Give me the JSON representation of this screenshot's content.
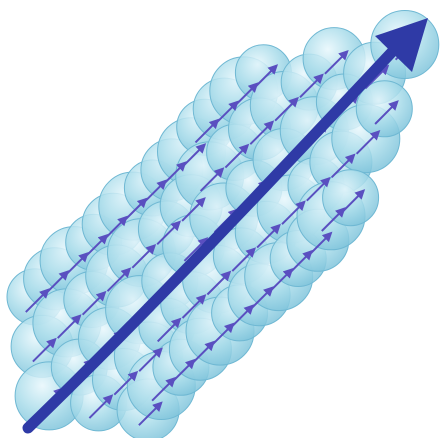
{
  "diagram": {
    "colors": {
      "background": "#ffffff",
      "cell_fill": "#a9dcea",
      "cell_edge": "#6fb8d3",
      "cell_highlight": "#e8f7fc",
      "small_arrow": "#5a4fc0",
      "main_arrow": "#2f3aa6"
    },
    "icons": {
      "cell": "cell-circle",
      "small_arrow": "arrow-icon",
      "main_arrow": "large-arrow-icon"
    },
    "cell_count": 64,
    "direction": "up-right"
  }
}
